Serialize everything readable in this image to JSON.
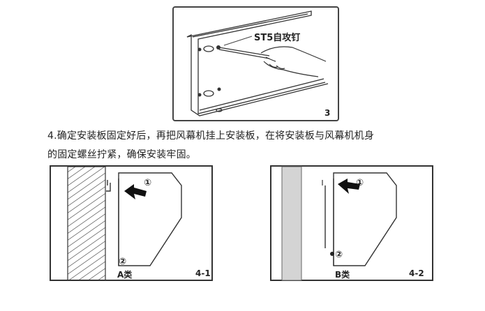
{
  "figure3": {
    "callout": "ST5自攻钉",
    "number": "3"
  },
  "instruction": {
    "line1": "4.确定安装板固定好后，再把风幕机挂上安装板，在将安装板与风幕机机身",
    "line2": "的固定螺丝拧紧，确保安装牢固。"
  },
  "figure4_1": {
    "marker1": "①",
    "marker2": "②",
    "type_label": "A类",
    "number": "4-1"
  },
  "figure4_2": {
    "marker1": "①",
    "marker2": "②",
    "type_label": "B类",
    "number": "4-2"
  }
}
